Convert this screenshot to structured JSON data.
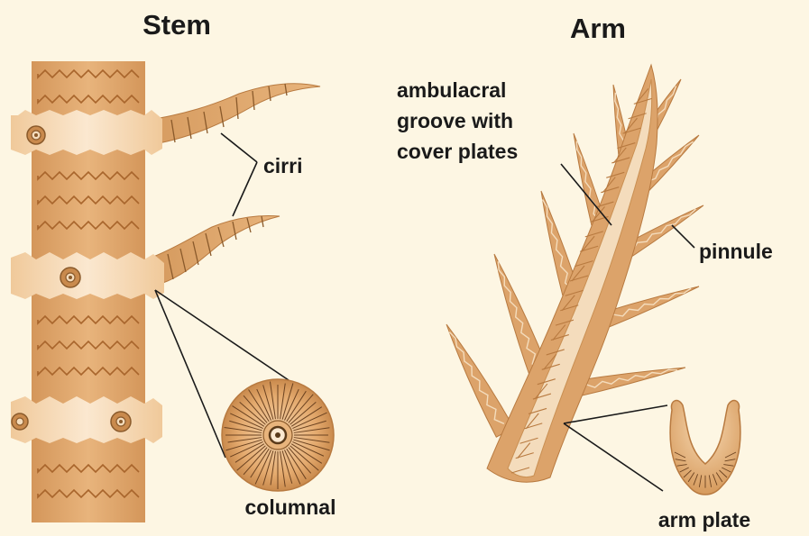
{
  "panels": {
    "stem": {
      "title": "Stem"
    },
    "arm": {
      "title": "Arm"
    }
  },
  "labels": {
    "cirri": "cirri",
    "columnal": "columnal",
    "ambulacral_line1": "ambulacral",
    "ambulacral_line2": "groove with",
    "ambulacral_line3": "cover plates",
    "pinnule": "pinnule",
    "arm_plate": "arm plate"
  },
  "colors": {
    "background": "#fdf6e3",
    "tan_dark": "#c98f52",
    "tan_mid": "#dca36a",
    "tan_light": "#f4dcbc",
    "brown_line": "#8a5a2b",
    "ink": "#1a1a1a"
  }
}
